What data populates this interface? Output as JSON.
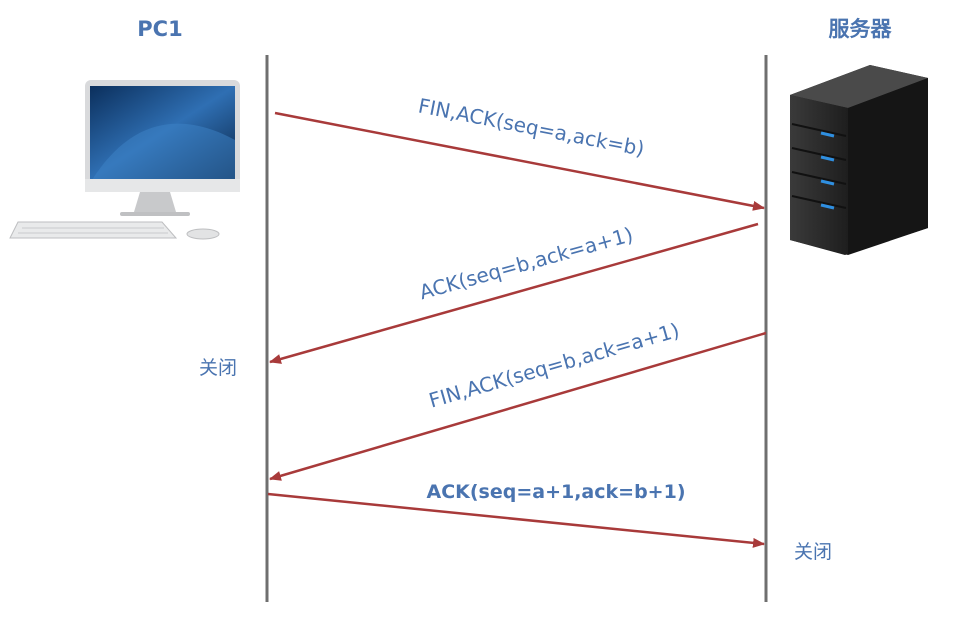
{
  "nodes": {
    "client": {
      "label": "PC1",
      "icon": "desktop-computer-icon"
    },
    "server": {
      "label": "服务器",
      "icon": "server-tower-icon"
    }
  },
  "states": {
    "client_closed": "关闭",
    "server_closed": "关闭"
  },
  "messages": [
    {
      "label": "FIN,ACK(seq=a,ack=b)",
      "from": "client",
      "to": "server"
    },
    {
      "label": "ACK(seq=b,ack=a+1)",
      "from": "server",
      "to": "client"
    },
    {
      "label": "FIN,ACK(seq=b,ack=a+1)",
      "from": "server",
      "to": "client"
    },
    {
      "label": "ACK(seq=a+1,ack=b+1)",
      "from": "client",
      "to": "server"
    }
  ],
  "colors": {
    "arrow": "#a83a3a",
    "label": "#4a74b0",
    "lifeline": "#6f6f6f",
    "server_body": "#2b2b2b",
    "server_led": "#2f8fe0"
  }
}
